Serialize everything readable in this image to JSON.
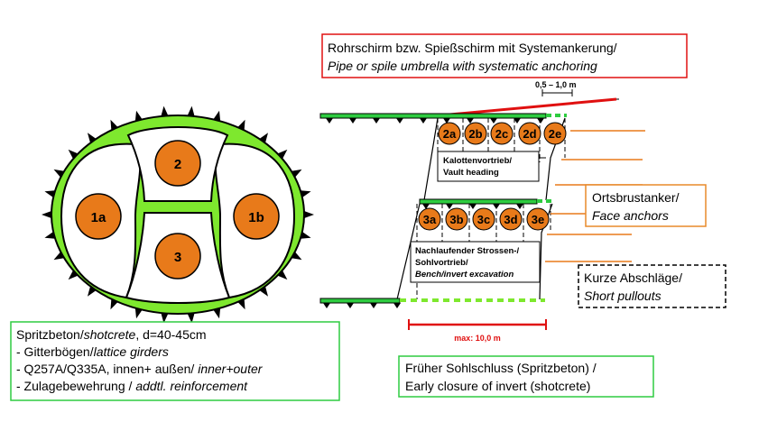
{
  "colors": {
    "shotcrete_green": "#7ee82e",
    "excavation_orange": "#e87a1a",
    "pipe_red": "#e01010",
    "box_green": "#2ecc40",
    "box_red": "#e01010",
    "box_orange": "#e88a2a"
  },
  "cross_section": {
    "drifts": [
      "1a",
      "2",
      "1b",
      "3"
    ]
  },
  "longitudinal": {
    "heading_stages": [
      "2a",
      "2b",
      "2c",
      "2d",
      "2e"
    ],
    "bench_stages": [
      "3a",
      "3b",
      "3c",
      "3d",
      "3e"
    ],
    "heading_label": [
      "Kalottenvortrieb/",
      "Vault heading"
    ],
    "bench_label": [
      "Nachlaufender Strossen-/",
      "Sohlvortrieb/",
      "Bench/invert excavation"
    ],
    "spacing_label": "0,5 – 1,0  m",
    "max_label": "max: 10,0 m"
  },
  "boxes": {
    "umbrella": {
      "de": "Rohrschirm bzw. Spießschirm mit Systemankerung/",
      "en": "Pipe or spile umbrella with systematic anchoring"
    },
    "face_anchors": {
      "de": "Ortsbrustanker/",
      "en": "Face anchors"
    },
    "pullouts": {
      "de": "Kurze Abschläge/",
      "en": "Short pullouts"
    },
    "shotcrete": {
      "line1_de": "Spritzbeton/",
      "line1_en": "shotcrete",
      "line1_rest": ", d=40-45cm",
      "line2_de": "- Gitterbögen/",
      "line2_en": "lattice girders",
      "line3_de": "- Q257A/Q335A, innen+ außen/ ",
      "line3_en": "inner+outer",
      "line4_de": "- Zulagebewehrung / ",
      "line4_en": "addtl. reinforcement"
    },
    "invert": {
      "line1": "Früher Sohlschluss (Spritzbeton) /",
      "line2": "Early closure of invert (shotcrete)"
    }
  }
}
